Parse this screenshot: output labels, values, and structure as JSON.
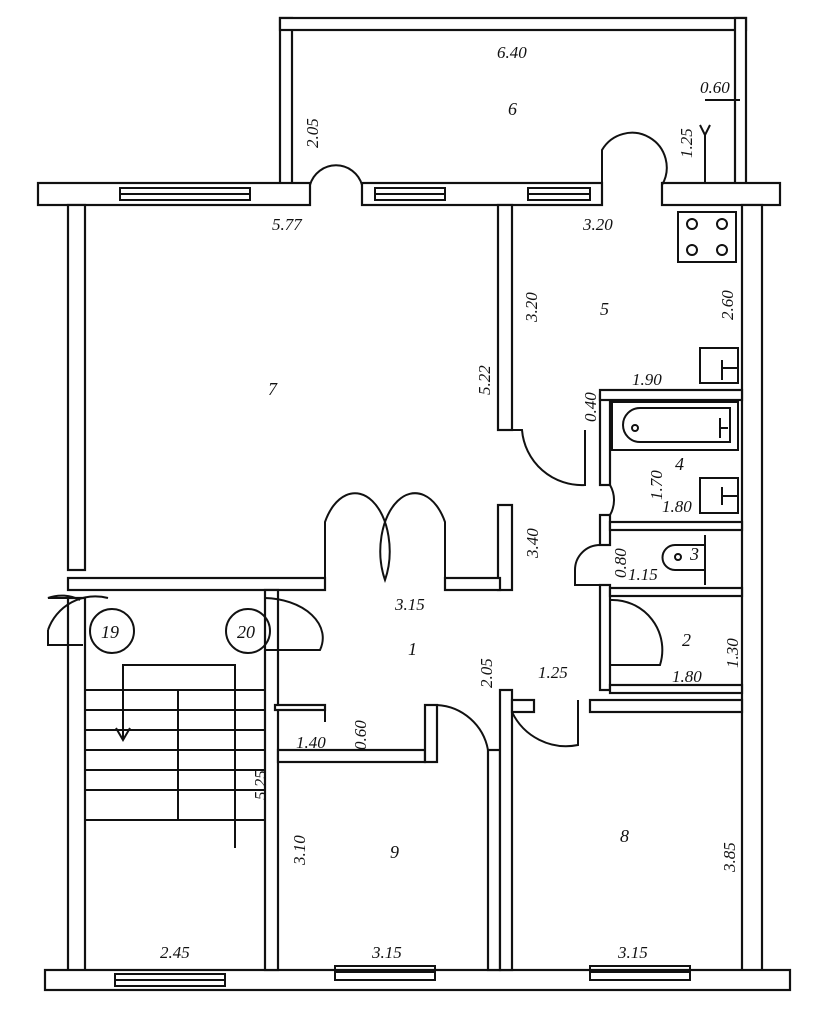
{
  "plan": {
    "rooms": {
      "r1": "1",
      "r2": "2",
      "r3": "3",
      "r4": "4",
      "r5": "5",
      "r6": "6",
      "r7": "7",
      "r8": "8",
      "r9": "9"
    },
    "markers": {
      "m19": "19",
      "m20": "20"
    },
    "dims": {
      "balcony_len": "6.40",
      "balcony_depth": "2.05",
      "balcony_offset": "0.60",
      "balcony_step": "1.25",
      "r7_width": "5.77",
      "r7_length": "5.22",
      "r5_width": "3.20",
      "r5_len": "3.20",
      "r5_side": "2.60",
      "r4_top": "1.90",
      "r4_gap": "0.40",
      "r4_len": "1.70",
      "r4_width": "1.80",
      "hall_len": "3.40",
      "r3_door": "0.80",
      "r3_width": "1.15",
      "r1_width": "3.15",
      "r1_len": "2.05",
      "r1_side": "1.25",
      "r2_len": "1.30",
      "r2_width": "1.80",
      "closet_width": "1.40",
      "closet_depth": "0.60",
      "stair_len": "5.25",
      "stair_width": "2.45",
      "r9_len": "3.10",
      "r9_width": "3.15",
      "r8_len": "3.85",
      "r8_width": "3.15"
    }
  }
}
